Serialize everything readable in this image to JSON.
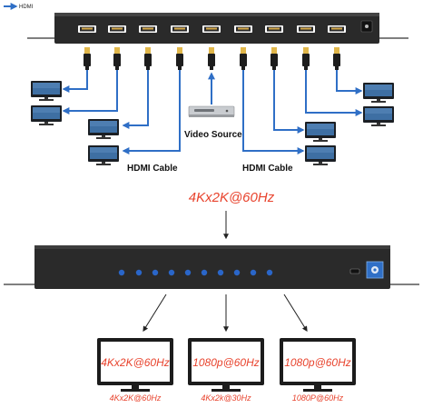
{
  "legend": {
    "label": "HDMI",
    "color": "#2f6fc6"
  },
  "top_diagram": {
    "video_source_label": "Video Source",
    "hdmi_cable_left_label": "HDMI Cable",
    "hdmi_cable_right_label": "HDMI Cable",
    "cable_color": "#2f6fc6"
  },
  "bottom_diagram": {
    "input_resolution": "4Kx2K@60Hz",
    "monitors": [
      {
        "screen_label": "4Kx2K@60Hz",
        "caption": "4Kx2K@60Hz"
      },
      {
        "screen_label": "1080p@60Hz",
        "caption": "4Kx2k@30Hz"
      },
      {
        "screen_label": "1080p@60Hz",
        "caption": "1080P@60Hz"
      }
    ],
    "led_color": "#2a66c9",
    "text_color": "#e8432d"
  }
}
